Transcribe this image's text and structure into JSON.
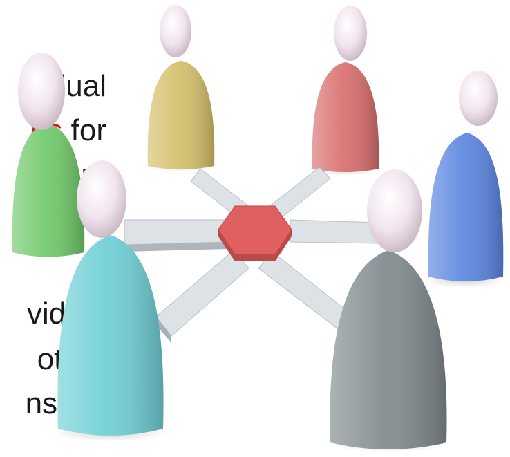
{
  "text_lines": [
    {
      "before": "",
      "highlight": "",
      "after": "vidual"
    },
    {
      "before": "",
      "highlight": "os",
      "after": " for"
    },
    {
      "before": "",
      "highlight": "",
      "after": "peers"
    },
    {
      "before": "",
      "highlight": "",
      "after": "vidual"
    },
    {
      "before": "",
      "highlight": "",
      "after": "other"
    },
    {
      "before": "",
      "highlight": "",
      "after": "ns etc"
    }
  ],
  "colors": {
    "text": "#1a1a1a",
    "highlight": "#e8141c",
    "hub": "#e06060",
    "arms": "#d8dde2",
    "figures": [
      "#d4c06a",
      "#d96e6e",
      "#5b86e0",
      "#70c96a",
      "#6fcfd6",
      "#808a8e"
    ],
    "heads": "#f3e6ee"
  },
  "figures": [
    {
      "name": "yellow-figure"
    },
    {
      "name": "red-figure"
    },
    {
      "name": "blue-figure"
    },
    {
      "name": "green-figure"
    },
    {
      "name": "cyan-figure"
    },
    {
      "name": "gray-figure"
    }
  ]
}
